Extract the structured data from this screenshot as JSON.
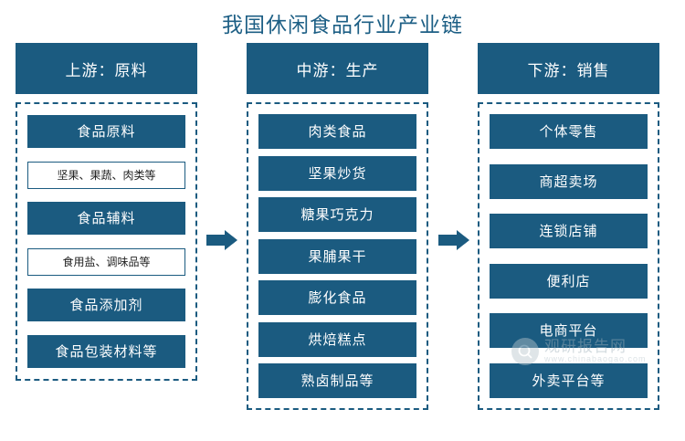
{
  "title": "我国休闲食品行业产业链",
  "colors": {
    "primary": "#1b5b80",
    "title": "#1d5f85",
    "background": "#ffffff"
  },
  "columns": [
    {
      "key": "upstream",
      "header": "上游：原料",
      "items": [
        {
          "label": "食品原料",
          "style": "filled"
        },
        {
          "label": "坚果、果蔬、肉类等",
          "style": "outline"
        },
        {
          "label": "食品辅料",
          "style": "filled"
        },
        {
          "label": "食用盐、调味品等",
          "style": "outline"
        },
        {
          "label": "食品添加剂",
          "style": "filled"
        },
        {
          "label": "食品包装材料等",
          "style": "filled"
        }
      ]
    },
    {
      "key": "midstream",
      "header": "中游：生产",
      "items": [
        {
          "label": "肉类食品",
          "style": "filled"
        },
        {
          "label": "坚果炒货",
          "style": "filled"
        },
        {
          "label": "糖果巧克力",
          "style": "filled"
        },
        {
          "label": "果脯果干",
          "style": "filled"
        },
        {
          "label": "膨化食品",
          "style": "filled"
        },
        {
          "label": "烘焙糕点",
          "style": "filled"
        },
        {
          "label": "熟卤制品等",
          "style": "filled"
        }
      ]
    },
    {
      "key": "downstream",
      "header": "下游：销售",
      "items": [
        {
          "label": "个体零售",
          "style": "filled"
        },
        {
          "label": "商超卖场",
          "style": "filled"
        },
        {
          "label": "连锁店铺",
          "style": "filled"
        },
        {
          "label": "便利店",
          "style": "filled"
        },
        {
          "label": "电商平台",
          "style": "filled"
        },
        {
          "label": "外卖平台等",
          "style": "filled"
        }
      ]
    }
  ],
  "watermark": {
    "main": "观研报告网",
    "sub": "www.chinabaogao.com"
  }
}
